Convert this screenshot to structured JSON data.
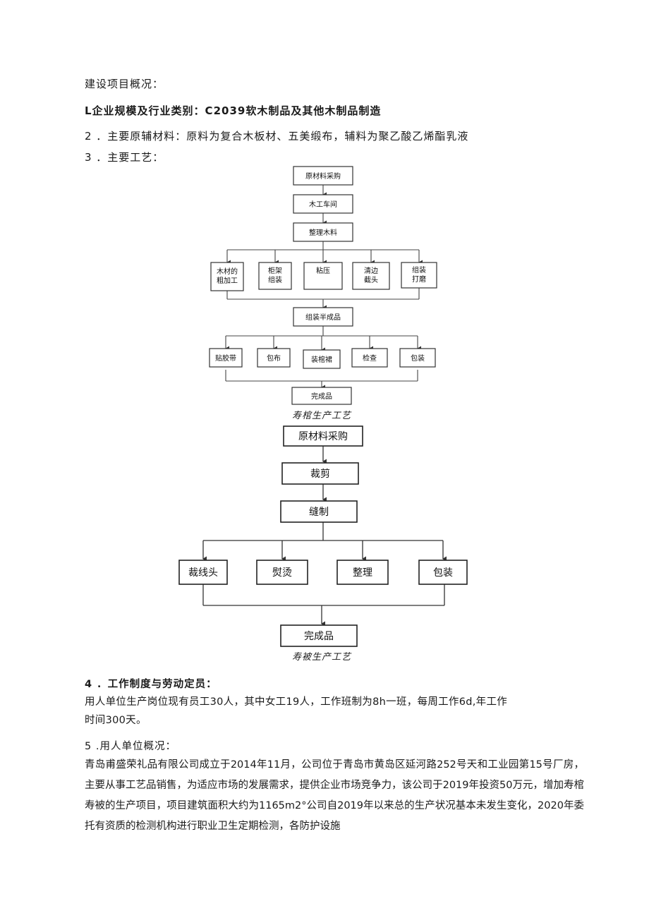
{
  "heading": "建设项目概况：",
  "item1": "L企业规模及行业类别：C2039软木制品及其他木制品制造",
  "item2": "2 ．主要原辅材料：原料为复合木板材、五美缎布，辅料为聚乙酸乙烯酯乳液",
  "item3": "3 ．主要工艺：",
  "flow1": {
    "caption": "寿棺生产工艺",
    "steps": [
      "原材料采购",
      "木工车间",
      "整理木料"
    ],
    "branches1": [
      "木材的\n粗加工",
      "柜架\n组装",
      "粘压",
      "清边\n截头",
      "组装\n打磨"
    ],
    "middle": "组装半成品",
    "branches2": [
      "贴胶带",
      "包布",
      "装棺裙",
      "检查",
      "包装"
    ],
    "final": "完成品"
  },
  "flow2": {
    "caption": "寿被生产工艺",
    "steps": [
      "原材料采购",
      "裁剪",
      "缝制"
    ],
    "branches": [
      "裁线头",
      "熨烫",
      "整理",
      "包装"
    ],
    "final": "完成品"
  },
  "item4": {
    "title": "4 ．工作制度与劳动定员：",
    "line1": "用人单位生产岗位现有员工30人，其中女工19人，工作班制为8h一班，每周工作6d,年工作",
    "line2": "时间300天。"
  },
  "item5": {
    "title": "5 .用人单位概况：",
    "body": "青岛甫盛荣礼品有限公司成立于2014年11月，公司位于青岛市黄岛区延河路252号天和工业园第15号厂房，主要从事工艺品销售，为适应市场的发展需求，提供企业市场竞争力，该公司于2019年投资50万元，增加寿棺寿被的生产项目，项目建筑面积大约为1165m2°公司自2019年以来总的生产状况基本未发生变化，2020年委托有资质的检测机构进行职业卫生定期检测，各防护设施"
  }
}
